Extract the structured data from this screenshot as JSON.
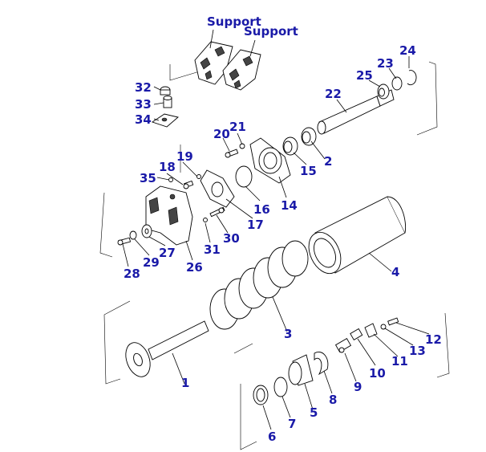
{
  "support_labels": [
    "Support",
    "Support"
  ],
  "callouts": [
    "1",
    "2",
    "3",
    "4",
    "5",
    "6",
    "7",
    "8",
    "9",
    "10",
    "11",
    "12",
    "13",
    "14",
    "15",
    "16",
    "17",
    "18",
    "19",
    "20",
    "21",
    "22",
    "23",
    "24",
    "25",
    "26",
    "27",
    "28",
    "29",
    "30",
    "31",
    "32",
    "33",
    "34",
    "35"
  ],
  "colors": {
    "callout": "#1a1aa8",
    "line": "#000000",
    "background": "#ffffff"
  }
}
